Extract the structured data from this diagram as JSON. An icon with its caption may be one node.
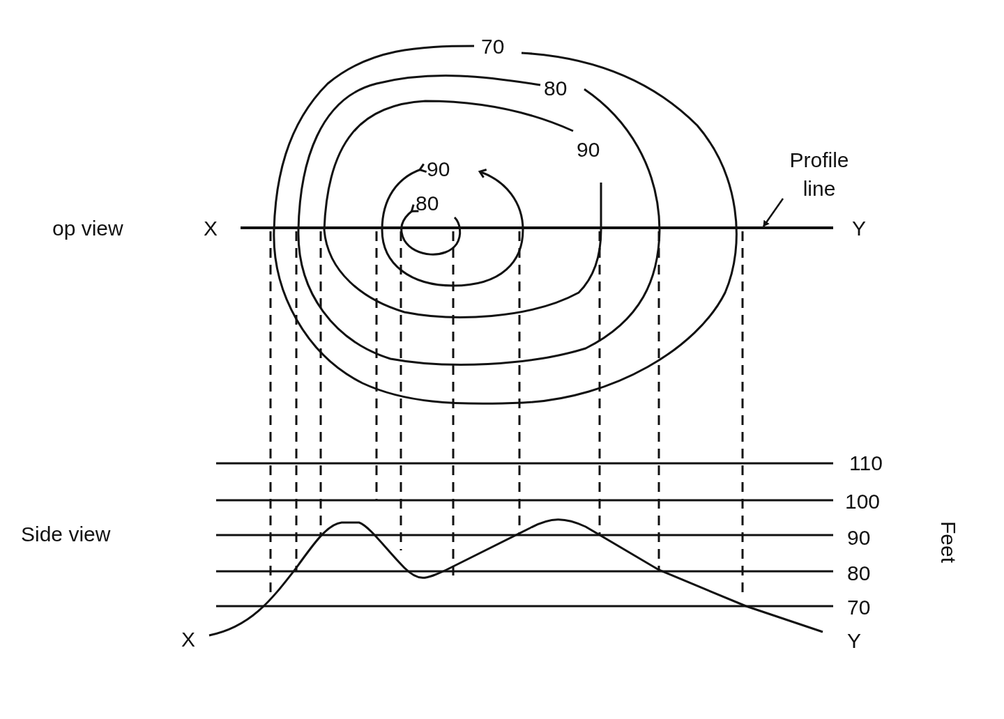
{
  "diagram": {
    "nodes": [
      {
        "text": [
          "Profile line"
        ]
      },
      {
        "text": [],
        "shape": "line"
      }
    ],
    "edges": [
      {
        "from": 0,
        "to": 1,
        "arrow": "to"
      }
    ],
    "labels": [
      "70",
      "80",
      "90",
      "90",
      "80",
      "op view",
      "X",
      "Y",
      "Side view",
      "110",
      "100",
      "90",
      "80",
      "70",
      "Feet",
      "X",
      "Y"
    ]
  }
}
